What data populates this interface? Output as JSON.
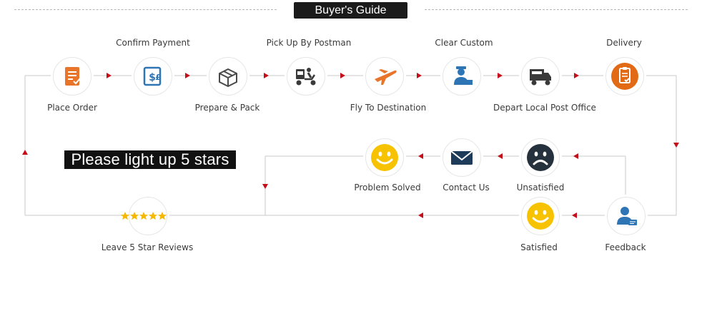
{
  "header": {
    "title": "Buyer's Guide"
  },
  "steps": {
    "place_order": "Place Order",
    "confirm_payment": "Confirm Payment",
    "prepare_pack": "Prepare & Pack",
    "pick_up": "Pick Up By Postman",
    "fly": "Fly To Destination",
    "clear_custom": "Clear Custom",
    "depart": "Depart Local Post Office",
    "delivery": "Delivery",
    "feedback": "Feedback",
    "satisfied": "Satisfied",
    "unsatisfied": "Unsatisfied",
    "contact_us": "Contact Us",
    "problem_solved": "Problem Solved",
    "leave_reviews": "Leave 5 Star Reviews"
  },
  "banner": {
    "text": "Please light up 5 stars"
  },
  "icons": {
    "place_order": "clipboard-check-icon",
    "confirm_payment": "payment-icon",
    "prepare_pack": "package-icon",
    "pick_up": "delivery-scooter-icon",
    "fly": "airplane-icon",
    "clear_custom": "customs-officer-icon",
    "depart": "delivery-truck-icon",
    "delivery": "clipboard-check-icon",
    "feedback": "user-message-icon",
    "satisfied": "happy-face-icon",
    "unsatisfied": "sad-face-icon",
    "contact_us": "envelope-icon",
    "problem_solved": "happy-face-icon",
    "leave_reviews": "five-stars-icon"
  },
  "colors": {
    "accent": "#c40f1a",
    "icon_orange": "#e8752a",
    "icon_blue": "#2e75b6",
    "icon_navy": "#1f3b5a",
    "smile_yellow": "#f7c300",
    "sad_face": "#25313d",
    "star_gold": "#f5b800",
    "delivery_orange": "#e26a14"
  }
}
